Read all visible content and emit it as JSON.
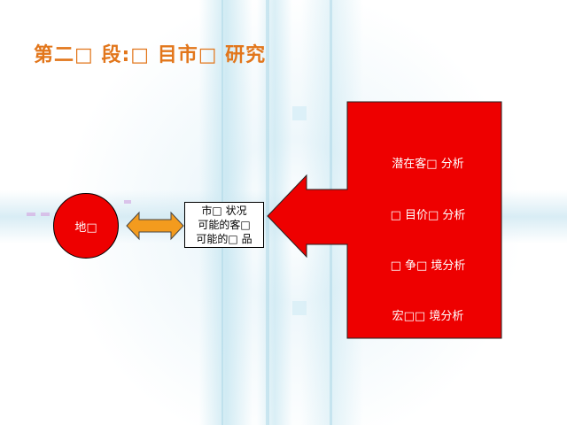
{
  "slide": {
    "title": "第二□ 段:□ 目市□ 研究"
  },
  "diagram": {
    "circle_label": "地□",
    "center_box": [
      "市□ 状况",
      "可能的客□",
      "可能的□ 品"
    ],
    "analysis_items": [
      "潜在客□ 分析",
      "□ 目价□ 分析",
      "□ 争□ 境分析",
      "宏□□ 境分析"
    ]
  },
  "colors": {
    "title": "#e2761b",
    "red": "#ee0000",
    "orange_arrow": "#f39b1e"
  }
}
